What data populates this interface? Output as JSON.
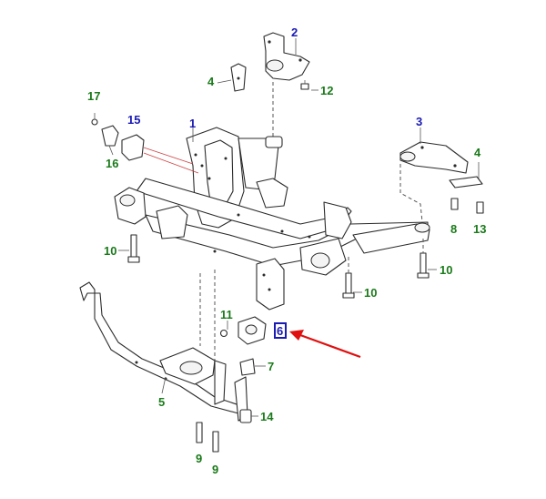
{
  "colors": {
    "green_callout": "#1a7a1a",
    "blue_callout": "#1a1ab4",
    "highlight_box": "#1a1ab4",
    "arrow": "#e01010",
    "leader_red": "#d04040"
  },
  "callouts": {
    "c1": "1",
    "c2": "2",
    "c3": "3",
    "c4_top": "4",
    "c4_right": "4",
    "c5": "5",
    "c6": "6",
    "c7": "7",
    "c8": "8",
    "c9_left": "9",
    "c9_right": "9",
    "c10_left": "10",
    "c10_mid": "10",
    "c10_right": "10",
    "c11": "11",
    "c12": "12",
    "c13": "13",
    "c14": "14",
    "c15": "15",
    "c16": "16",
    "c17": "17"
  },
  "highlighted_part": "6"
}
